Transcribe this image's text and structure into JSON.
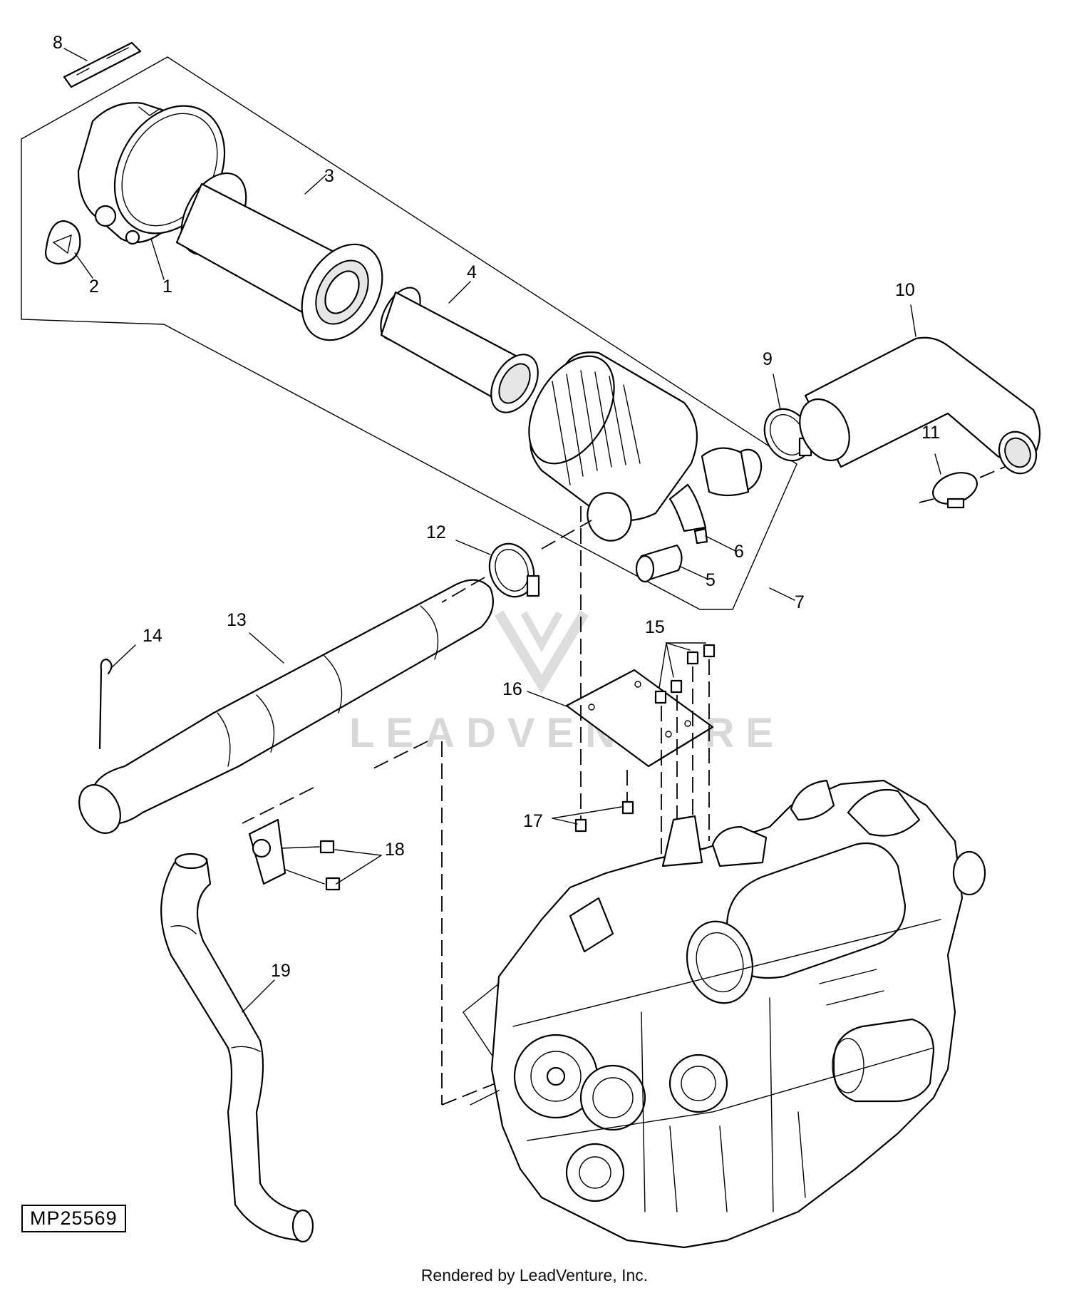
{
  "figure_id": "MP25569",
  "render_credit": "Rendered by LeadVenture, Inc.",
  "watermark": "LEADVENTURE",
  "callouts": [
    "1",
    "2",
    "3",
    "4",
    "5",
    "6",
    "7",
    "8",
    "9",
    "10",
    "11",
    "12",
    "13",
    "14",
    "15",
    "16",
    "17",
    "18",
    "19"
  ]
}
